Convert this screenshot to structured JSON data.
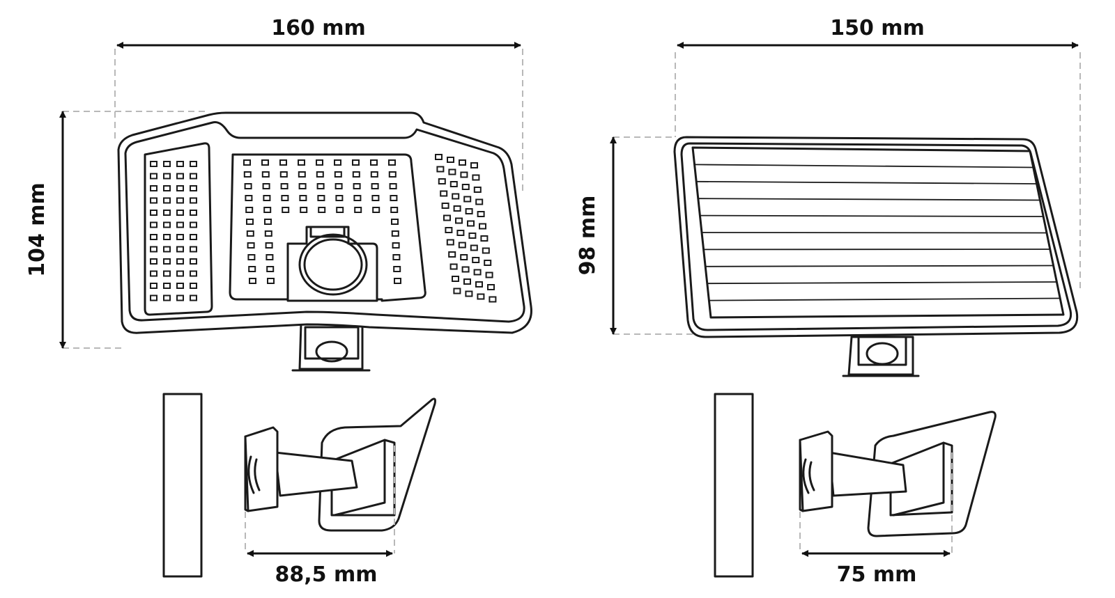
{
  "lamp_unit": {
    "width_label": "160 mm",
    "height_label": "104 mm",
    "mount_label": "88,5 mm"
  },
  "solar_panel": {
    "width_label": "150 mm",
    "height_label": "98 mm",
    "mount_label": "75 mm"
  }
}
